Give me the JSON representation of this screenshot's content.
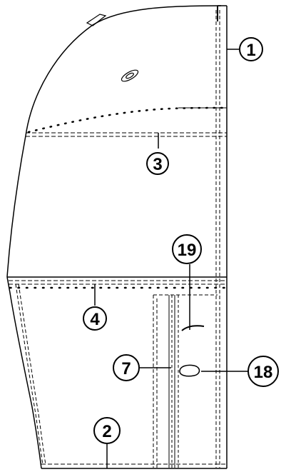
{
  "callouts": [
    {
      "id": "c1",
      "label": "1"
    },
    {
      "id": "c2",
      "label": "2"
    },
    {
      "id": "c3",
      "label": "3"
    },
    {
      "id": "c4",
      "label": "4"
    },
    {
      "id": "c7",
      "label": "7"
    },
    {
      "id": "c18",
      "label": "18"
    },
    {
      "id": "c19",
      "label": "19"
    }
  ],
  "colors": {
    "line": "#000000",
    "background": "#ffffff"
  }
}
